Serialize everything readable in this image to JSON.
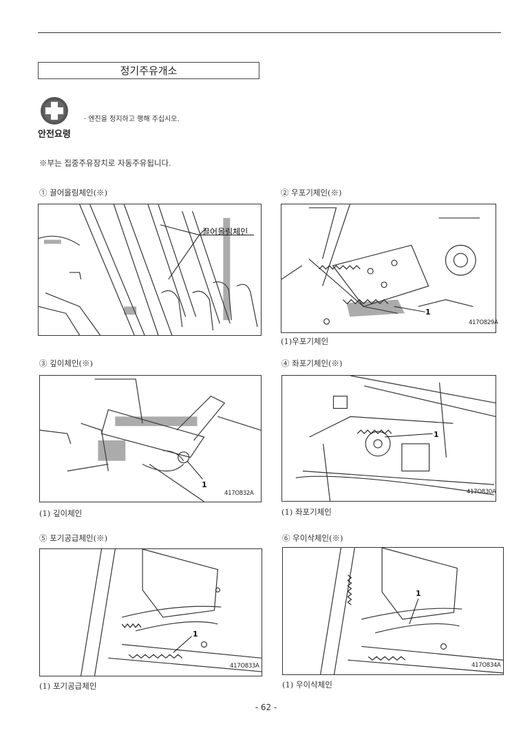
{
  "header": {
    "title": "정기주유개소"
  },
  "safety": {
    "label": "안전요령",
    "text": "· 엔진을 정지하고 행해 주십시오."
  },
  "note": "※부는 집중주유장치로 자동주유됩니다.",
  "sections": [
    {
      "heading": "① 끌어올림체인(※)",
      "caption": "",
      "callout": "끌어올림체인",
      "number": "",
      "code": ""
    },
    {
      "heading": "② 우포기체인(※)",
      "caption": "(1)우포기체인",
      "callout": "",
      "number": "1",
      "code": "417O829A"
    },
    {
      "heading": "③ 깊이체인(※)",
      "caption": "(1) 깊이체인",
      "callout": "",
      "number": "1",
      "code": "417O832A"
    },
    {
      "heading": "④ 좌포기체인(※)",
      "caption": "(1) 좌포기체인",
      "callout": "",
      "number": "1",
      "code": "417O830A"
    },
    {
      "heading": "⑤ 포기공급체인(※)",
      "caption": "(1) 포기공급체인",
      "callout": "",
      "number": "1",
      "code": "417O833A"
    },
    {
      "heading": "⑥ 우이삭체인(※)",
      "caption": "(1) 우이삭체인",
      "callout": "",
      "number": "1",
      "code": "417O834A"
    }
  ],
  "footer": {
    "page": "- 62 -"
  }
}
